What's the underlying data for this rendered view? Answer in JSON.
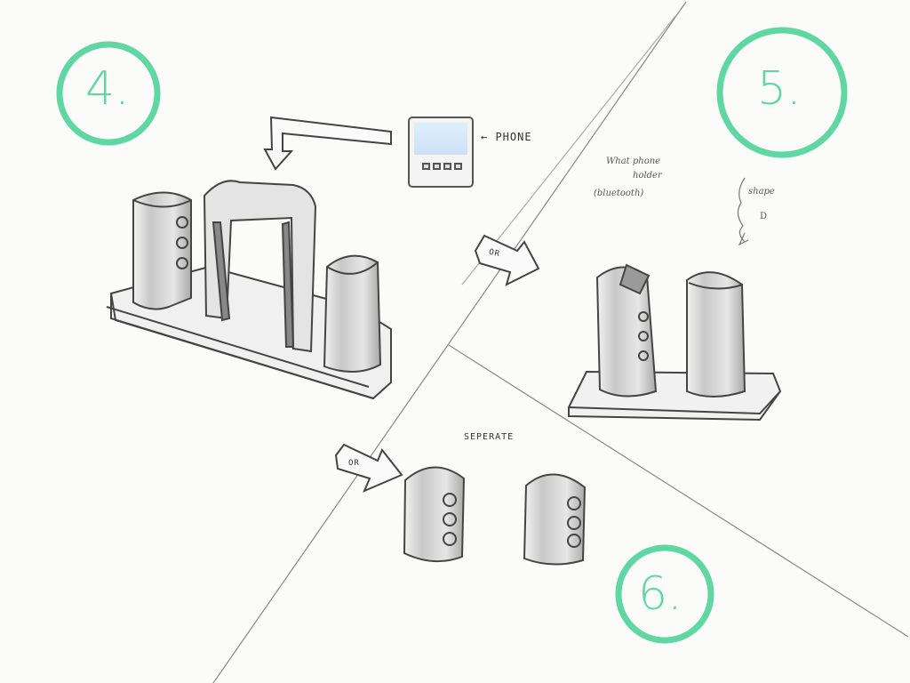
{
  "sketch": {
    "numbers": [
      "4.",
      "5.",
      "6."
    ],
    "phone_label": "← PHONE",
    "or_label": "OR",
    "separate_label": "SEPERATE",
    "note_line1": "What phone",
    "note_line2": "holder",
    "note_line3": "(bluetooth)",
    "shape_label": "shape",
    "shape_letter": "D",
    "accent_color": "#5fd6a4"
  }
}
